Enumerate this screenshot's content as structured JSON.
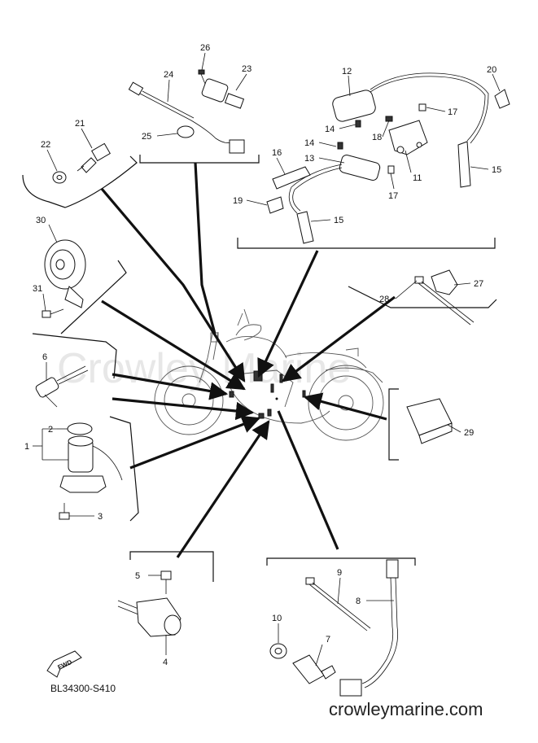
{
  "diagram": {
    "code": "BL34300-S410",
    "watermark": "Crowley Marine",
    "site": "crowleymarine.com",
    "fwd_label": "FWD",
    "callouts": [
      {
        "id": "c1",
        "label": "1"
      },
      {
        "id": "c2",
        "label": "2"
      },
      {
        "id": "c3",
        "label": "3"
      },
      {
        "id": "c4",
        "label": "4"
      },
      {
        "id": "c5",
        "label": "5"
      },
      {
        "id": "c6",
        "label": "6"
      },
      {
        "id": "c7",
        "label": "7"
      },
      {
        "id": "c8",
        "label": "8"
      },
      {
        "id": "c9",
        "label": "9"
      },
      {
        "id": "c10",
        "label": "10"
      },
      {
        "id": "c11",
        "label": "11"
      },
      {
        "id": "c12",
        "label": "12"
      },
      {
        "id": "c13",
        "label": "13"
      },
      {
        "id": "c14a",
        "label": "14"
      },
      {
        "id": "c14b",
        "label": "14"
      },
      {
        "id": "c15a",
        "label": "15"
      },
      {
        "id": "c15b",
        "label": "15"
      },
      {
        "id": "c16",
        "label": "16"
      },
      {
        "id": "c17a",
        "label": "17"
      },
      {
        "id": "c17b",
        "label": "17"
      },
      {
        "id": "c18",
        "label": "18"
      },
      {
        "id": "c19",
        "label": "19"
      },
      {
        "id": "c20",
        "label": "20"
      },
      {
        "id": "c21",
        "label": "21"
      },
      {
        "id": "c22",
        "label": "22"
      },
      {
        "id": "c23",
        "label": "23"
      },
      {
        "id": "c24",
        "label": "24"
      },
      {
        "id": "c25",
        "label": "25"
      },
      {
        "id": "c26",
        "label": "26"
      },
      {
        "id": "c27",
        "label": "27"
      },
      {
        "id": "c28",
        "label": "28"
      },
      {
        "id": "c29",
        "label": "29"
      },
      {
        "id": "c30",
        "label": "30"
      },
      {
        "id": "c31",
        "label": "31"
      }
    ]
  }
}
